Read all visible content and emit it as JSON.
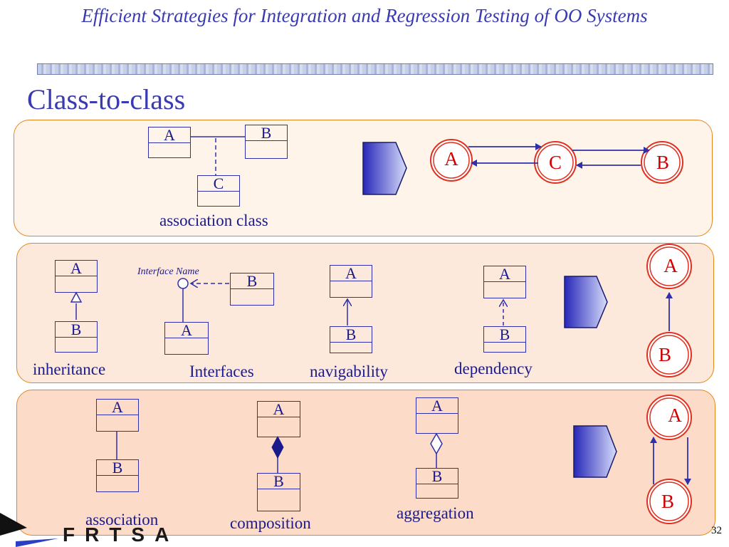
{
  "header": {
    "title": "Efficient Strategies for Integration and Regression Testing of OO Systems"
  },
  "slide": {
    "heading": "Class-to-class",
    "page_number": "32",
    "logo_text": "FRTSA"
  },
  "panel1": {
    "classes": [
      "A",
      "B",
      "C"
    ],
    "caption": "association class",
    "graph_nodes": [
      "A",
      "C",
      "B"
    ]
  },
  "panel2": {
    "inheritance": {
      "top": "A",
      "bottom": "B",
      "caption": "inheritance"
    },
    "interfaces": {
      "interface_name": "Interface Name",
      "client": "B",
      "implementor": "A",
      "caption": "Interfaces"
    },
    "navigability": {
      "top": "A",
      "bottom": "B",
      "caption": "navigability"
    },
    "dependency": {
      "top": "A",
      "bottom": "B",
      "caption": "dependency"
    },
    "graph_nodes": [
      "A",
      "B"
    ]
  },
  "panel3": {
    "association": {
      "top": "A",
      "bottom": "B",
      "caption": "association"
    },
    "composition": {
      "top": "A",
      "bottom": "B",
      "caption": "composition"
    },
    "aggregation": {
      "top": "A",
      "bottom": "B",
      "caption": "aggregation"
    },
    "graph_nodes": [
      "A",
      "B"
    ]
  },
  "colors": {
    "title_blue": "#3a3ab2",
    "line_blue": "#3030a8",
    "node_red": "#d20000",
    "panel_border": "#e3861b"
  }
}
